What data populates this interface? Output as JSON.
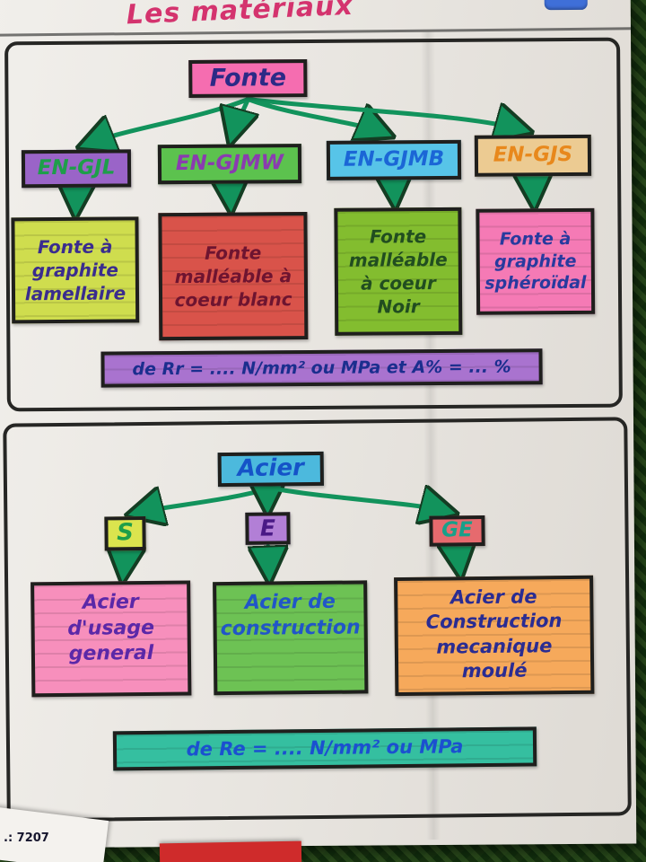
{
  "meta": {
    "title": "Les matériaux",
    "footer_code": ".: 7207"
  },
  "palette": {
    "arrow_green": "#12935c",
    "paper": "#ebe8e4",
    "background_green": "#16300f",
    "title_red": "#d4336e"
  },
  "fonte": {
    "root": "Fonte",
    "nodes": [
      {
        "code": "EN-GJL",
        "desc": "Fonte à graphite lamellaire"
      },
      {
        "code": "EN-GJMW",
        "desc": "Fonte malléable à coeur blanc"
      },
      {
        "code": "EN-GJMB",
        "desc": "Fonte malléable à coeur Noir"
      },
      {
        "code": "EN-GJS",
        "desc": "Fonte à graphite sphéroïdal"
      }
    ],
    "banner": "de Rr = .... N/mm² ou MPa et A% = ... %"
  },
  "acier": {
    "root": "Acier",
    "nodes": [
      {
        "code": "S",
        "desc": "Acier d'usage general"
      },
      {
        "code": "E",
        "desc": "Acier de construction"
      },
      {
        "code": "GE",
        "desc": "Acier de Construction mecanique moulé"
      }
    ],
    "banner": "de Re = .... N/mm² ou MPa"
  }
}
